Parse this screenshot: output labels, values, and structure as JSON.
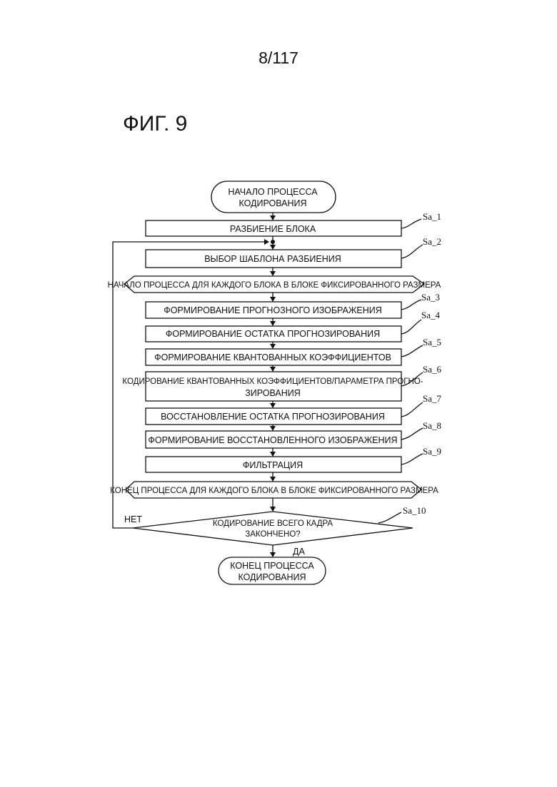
{
  "page": {
    "number": "8/117",
    "figure_title": "ФИГ. 9"
  },
  "flow": {
    "start": {
      "line1": "НАЧАЛО ПРОЦЕССА",
      "line2": "КОДИРОВАНИЯ"
    },
    "steps": [
      {
        "ref": "Sa_1",
        "label": "РАЗБИЕНИЕ БЛОКА"
      },
      {
        "ref": "Sa_2",
        "label": "ВЫБОР ШАБЛОНА РАЗБИЕНИЯ"
      },
      {
        "ref": "Sa_3",
        "label": "ФОРМИРОВАНИЕ ПРОГНОЗНОГО ИЗОБРАЖЕНИЯ"
      },
      {
        "ref": "Sa_4",
        "label": "ФОРМИРОВАНИЕ ОСТАТКА ПРОГНОЗИРОВАНИЯ"
      },
      {
        "ref": "Sa_5",
        "label": "ФОРМИРОВАНИЕ КВАНТОВАННЫХ КОЭФФИЦИЕНТОВ"
      },
      {
        "ref": "Sa_6",
        "line1": "КОДИРОВАНИЕ КВАНТОВАННЫХ КОЭФФИЦИЕНТОВ/ПАРАМЕТРА ПРОГНО-",
        "line2": "ЗИРОВАНИЯ"
      },
      {
        "ref": "Sa_7",
        "label": "ВОССТАНОВЛЕНИЕ ОСТАТКА ПРОГНОЗИРОВАНИЯ"
      },
      {
        "ref": "Sa_8",
        "label": "ФОРМИРОВАНИЕ ВОССТАНОВЛЕННОГО ИЗОБРАЖЕНИЯ"
      },
      {
        "ref": "Sa_9",
        "label": "ФИЛЬТРАЦИЯ"
      }
    ],
    "loop_start": "НАЧАЛО ПРОЦЕССА ДЛЯ КАЖДОГО БЛОКА В БЛОКЕ ФИКСИРОВАННОГО РАЗМЕРА",
    "loop_end": "КОНЕЦ ПРОЦЕССА ДЛЯ КАЖДОГО БЛОКА В БЛОКЕ ФИКСИРОВАННОГО РАЗМЕРА",
    "decision": {
      "ref": "Sa_10",
      "line1": "КОДИРОВАНИЕ ВСЕГО КАДРА",
      "line2": "ЗАКОНЧЕНО?",
      "no_label": "НЕТ",
      "yes_label": "ДА"
    },
    "end": {
      "line1": "КОНЕЦ ПРОЦЕССА",
      "line2": "КОДИРОВАНИЯ"
    }
  }
}
